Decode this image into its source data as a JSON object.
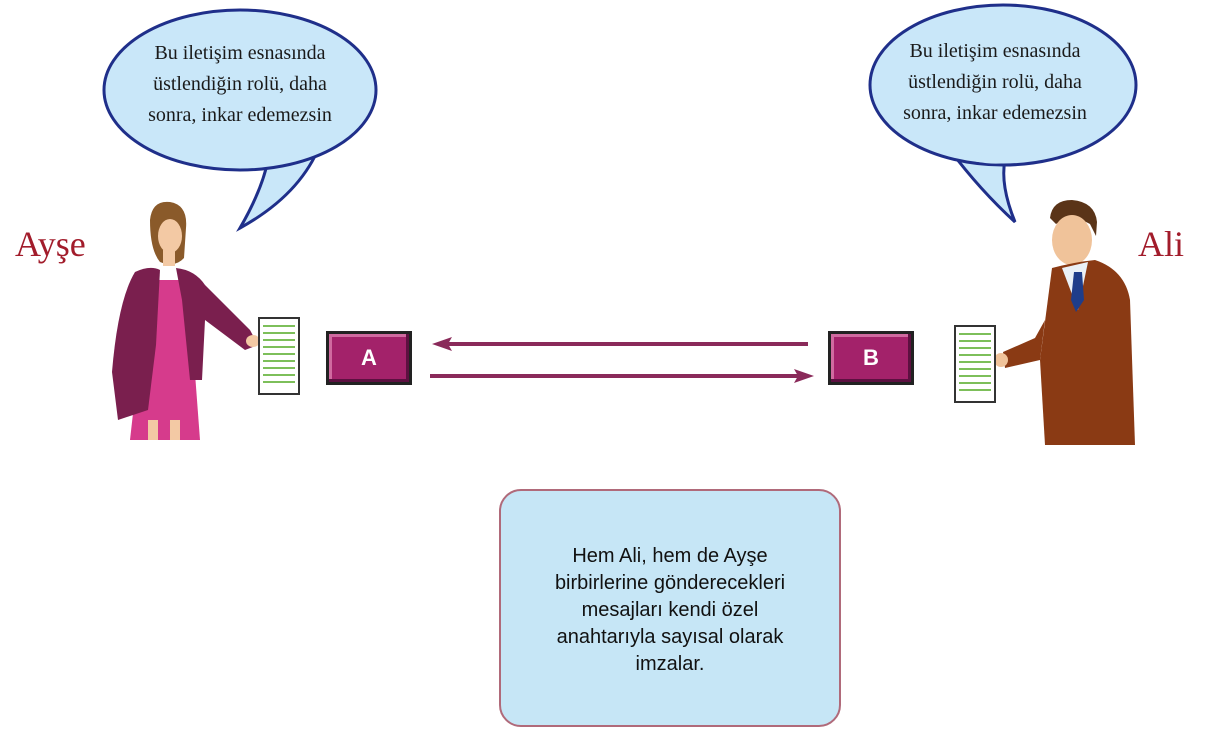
{
  "bubbles": {
    "left": {
      "lines": [
        "Bu iletişim esnasında",
        "üstlendiğin rolü, daha",
        "sonra, inkar edemezsin"
      ]
    },
    "right": {
      "lines": [
        "Bu iletişim esnasında",
        "üstlendiğin rolü, daha",
        "sonra, inkar edemezsin"
      ]
    }
  },
  "people": {
    "left_name": "Ayşe",
    "right_name": "Ali"
  },
  "keys": {
    "left_label": "A",
    "right_label": "B"
  },
  "note": {
    "lines": [
      "Hem Ali,  hem de Ayşe",
      "birbirlerine gönderecekleri",
      "mesajları kendi özel",
      "anahtarıyla sayısal olarak",
      "imzalar."
    ]
  },
  "colors": {
    "bubble_fill": "#c9e7f9",
    "bubble_stroke": "#1f2f8a",
    "name_color": "#a21c2b",
    "key_box_fill": "#a3226a",
    "arrow_color": "#8a2a5a",
    "note_fill": "#c6e6f6",
    "ayse_jacket": "#7a1f4e",
    "ali_suit": "#8a3a14"
  },
  "icons": [
    "woman-figure-icon",
    "man-figure-icon",
    "document-icon",
    "arrow-left-icon",
    "arrow-right-icon"
  ]
}
